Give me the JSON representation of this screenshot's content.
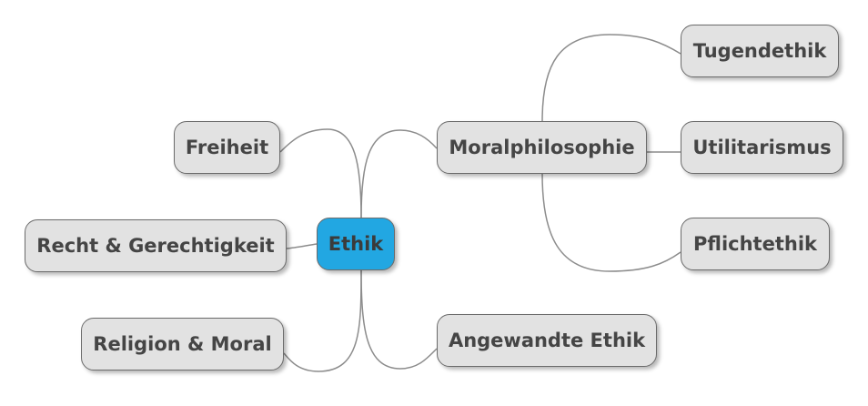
{
  "mindmap": {
    "root": {
      "label": "Ethik",
      "color": "#22a7e2"
    },
    "left": {
      "freiheit": {
        "label": "Freiheit"
      },
      "recht": {
        "label": "Recht & Gerechtigkeit"
      },
      "religion": {
        "label": "Religion & Moral"
      }
    },
    "right": {
      "moralphilosophie": {
        "label": "Moralphilosophie",
        "children": {
          "tugendethik": {
            "label": "Tugendethik"
          },
          "utilitarismus": {
            "label": "Utilitarismus"
          },
          "pflichtethik": {
            "label": "Pflichtethik"
          }
        }
      },
      "angewandte": {
        "label": "Angewandte Ethik"
      }
    },
    "colors": {
      "node_fill": "#e2e2e2",
      "node_border": "#6b6b6b",
      "link": "#8c8c8c"
    }
  }
}
